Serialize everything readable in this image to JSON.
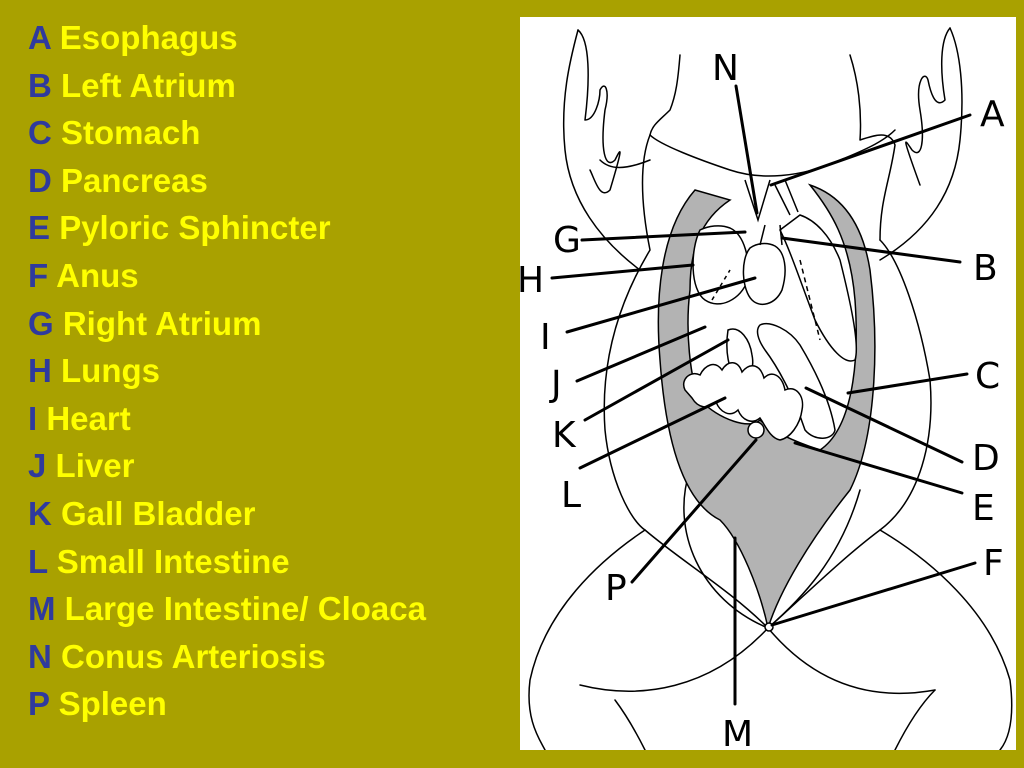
{
  "legend": {
    "items": [
      {
        "key": "A",
        "name": " Esophagus"
      },
      {
        "key": "B",
        "name": "Left Atrium"
      },
      {
        "key": "C",
        "name": "Stomach"
      },
      {
        "key": "D",
        "name": "Pancreas"
      },
      {
        "key": "E",
        "name": "Pyloric Sphincter"
      },
      {
        "key": "F",
        "name": "Anus"
      },
      {
        "key": "G",
        "name": "Right Atrium"
      },
      {
        "key": "H",
        "name": "Lungs"
      },
      {
        "key": "I",
        "name": "Heart"
      },
      {
        "key": "J",
        "name": "Liver"
      },
      {
        "key": "K",
        "name": "Gall Bladder"
      },
      {
        "key": "L",
        "name": "Small Intestine"
      },
      {
        "key": "M",
        "name": "Large Intestine/ Cloaca"
      },
      {
        "key": "N",
        "name": " Conus Arteriosis"
      },
      {
        "key": "P",
        "name": "Spleen"
      }
    ]
  },
  "diagram": {
    "subject": "Frog internal anatomy (ventral view)",
    "labels": {
      "N": "N",
      "A": "A",
      "G": "G",
      "H": "H",
      "B": "B",
      "I": "I",
      "J": "J",
      "K": "K",
      "L": "L",
      "C": "C",
      "D": "D",
      "E": "E",
      "P": "P",
      "F": "F",
      "M": "M"
    }
  },
  "colors": {
    "background": "#A9A100",
    "key_letter": "#2F3A9E",
    "item_text": "#FFFF00",
    "panel": "#FFFFFF",
    "organ_fill": "#B3B3B3"
  }
}
